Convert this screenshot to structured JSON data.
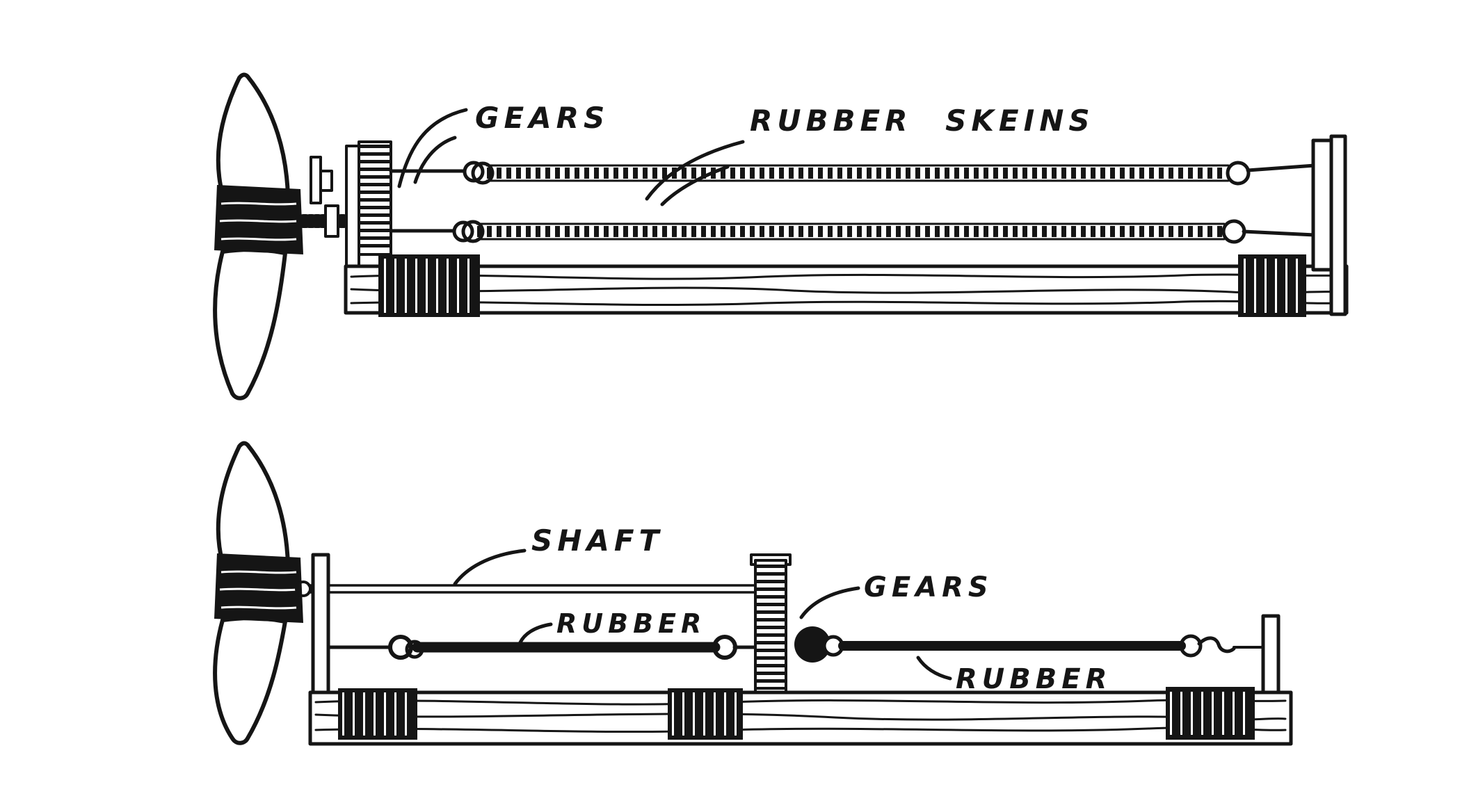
{
  "colors": {
    "ink": "#151515",
    "paper": "#ffffff"
  },
  "figure": {
    "top": {
      "gears_label": "GEARS",
      "skeins_label": "RUBBER SKEINS"
    },
    "bottom": {
      "shaft_label": "SHAFT",
      "rubber_label_1": "RUBBER",
      "gears_label": "GEARS",
      "rubber_label_2": "RUBBER"
    }
  }
}
